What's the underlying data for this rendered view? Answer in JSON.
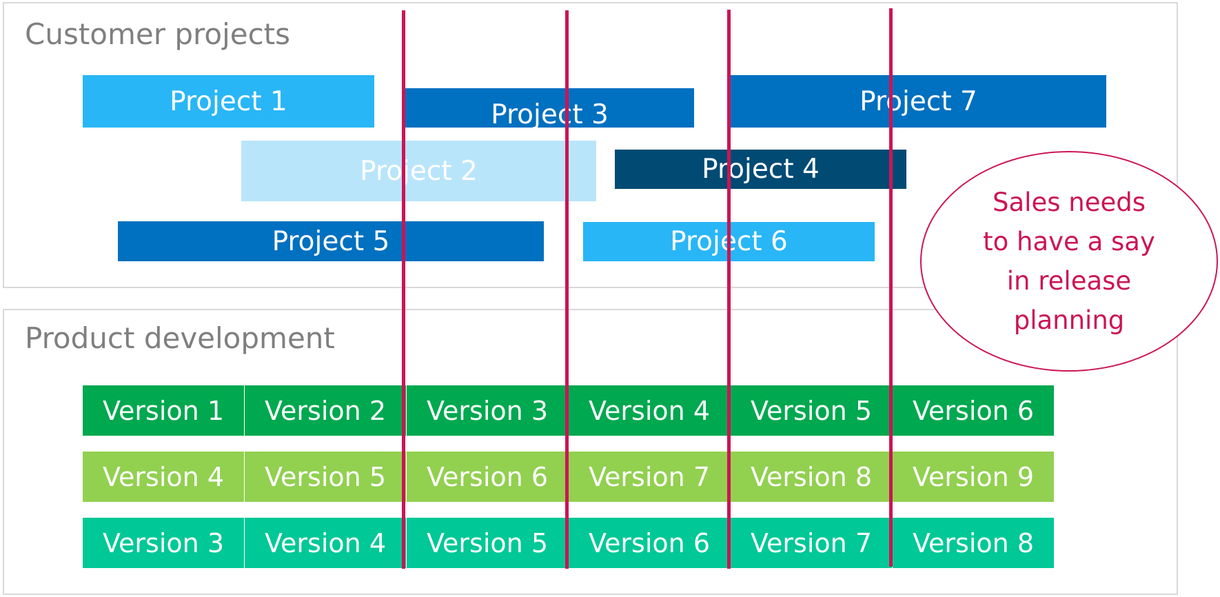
{
  "customer_section": {
    "title": "Customer projects",
    "projects": [
      {
        "label": "Project 1",
        "color": "#29b6f6"
      },
      {
        "label": "Project 2",
        "color": "#b9e5fb"
      },
      {
        "label": "Project 3",
        "color": "#0070c0"
      },
      {
        "label": "Project 4",
        "color": "#004a74"
      },
      {
        "label": "Project 5",
        "color": "#0070c0"
      },
      {
        "label": "Project 6",
        "color": "#29b6f6"
      },
      {
        "label": "Project 7",
        "color": "#0070c0"
      }
    ]
  },
  "product_section": {
    "title": "Product development",
    "rows": [
      {
        "color": "#00a84f",
        "versions": [
          "Version 1",
          "Version 2",
          "Version 3",
          "Version 4",
          "Version 5",
          "Version 6"
        ]
      },
      {
        "color": "#92d050",
        "versions": [
          "Version 4",
          "Version 5",
          "Version 6",
          "Version 7",
          "Version 8",
          "Version 9"
        ]
      },
      {
        "color": "#00c896",
        "versions": [
          "Version 3",
          "Version 4",
          "Version 5",
          "Version 6",
          "Version 7",
          "Version 8"
        ]
      }
    ]
  },
  "callout": {
    "text": "Sales needs\nto have a say\nin release\nplanning",
    "color": "#cc1455"
  },
  "release_line_color": "#cc1455"
}
